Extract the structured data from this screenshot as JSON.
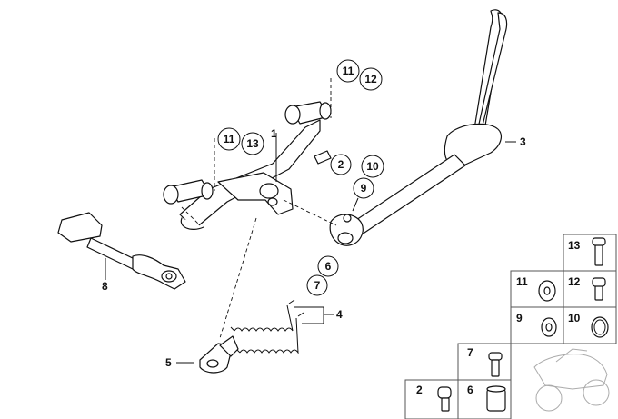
{
  "callouts": {
    "c1": "1",
    "c2": "2",
    "c3": "3",
    "c4": "4",
    "c5": "5",
    "c6": "6",
    "c7": "7",
    "c8": "8",
    "c9": "9",
    "c10": "10",
    "c11a": "11",
    "c11b": "11",
    "c12": "12",
    "c13": "13"
  },
  "parts_grid": {
    "p13": "13",
    "p11": "11",
    "p12": "12",
    "p9": "9",
    "p10": "10",
    "p7": "7",
    "p2": "2",
    "p6": "6"
  }
}
